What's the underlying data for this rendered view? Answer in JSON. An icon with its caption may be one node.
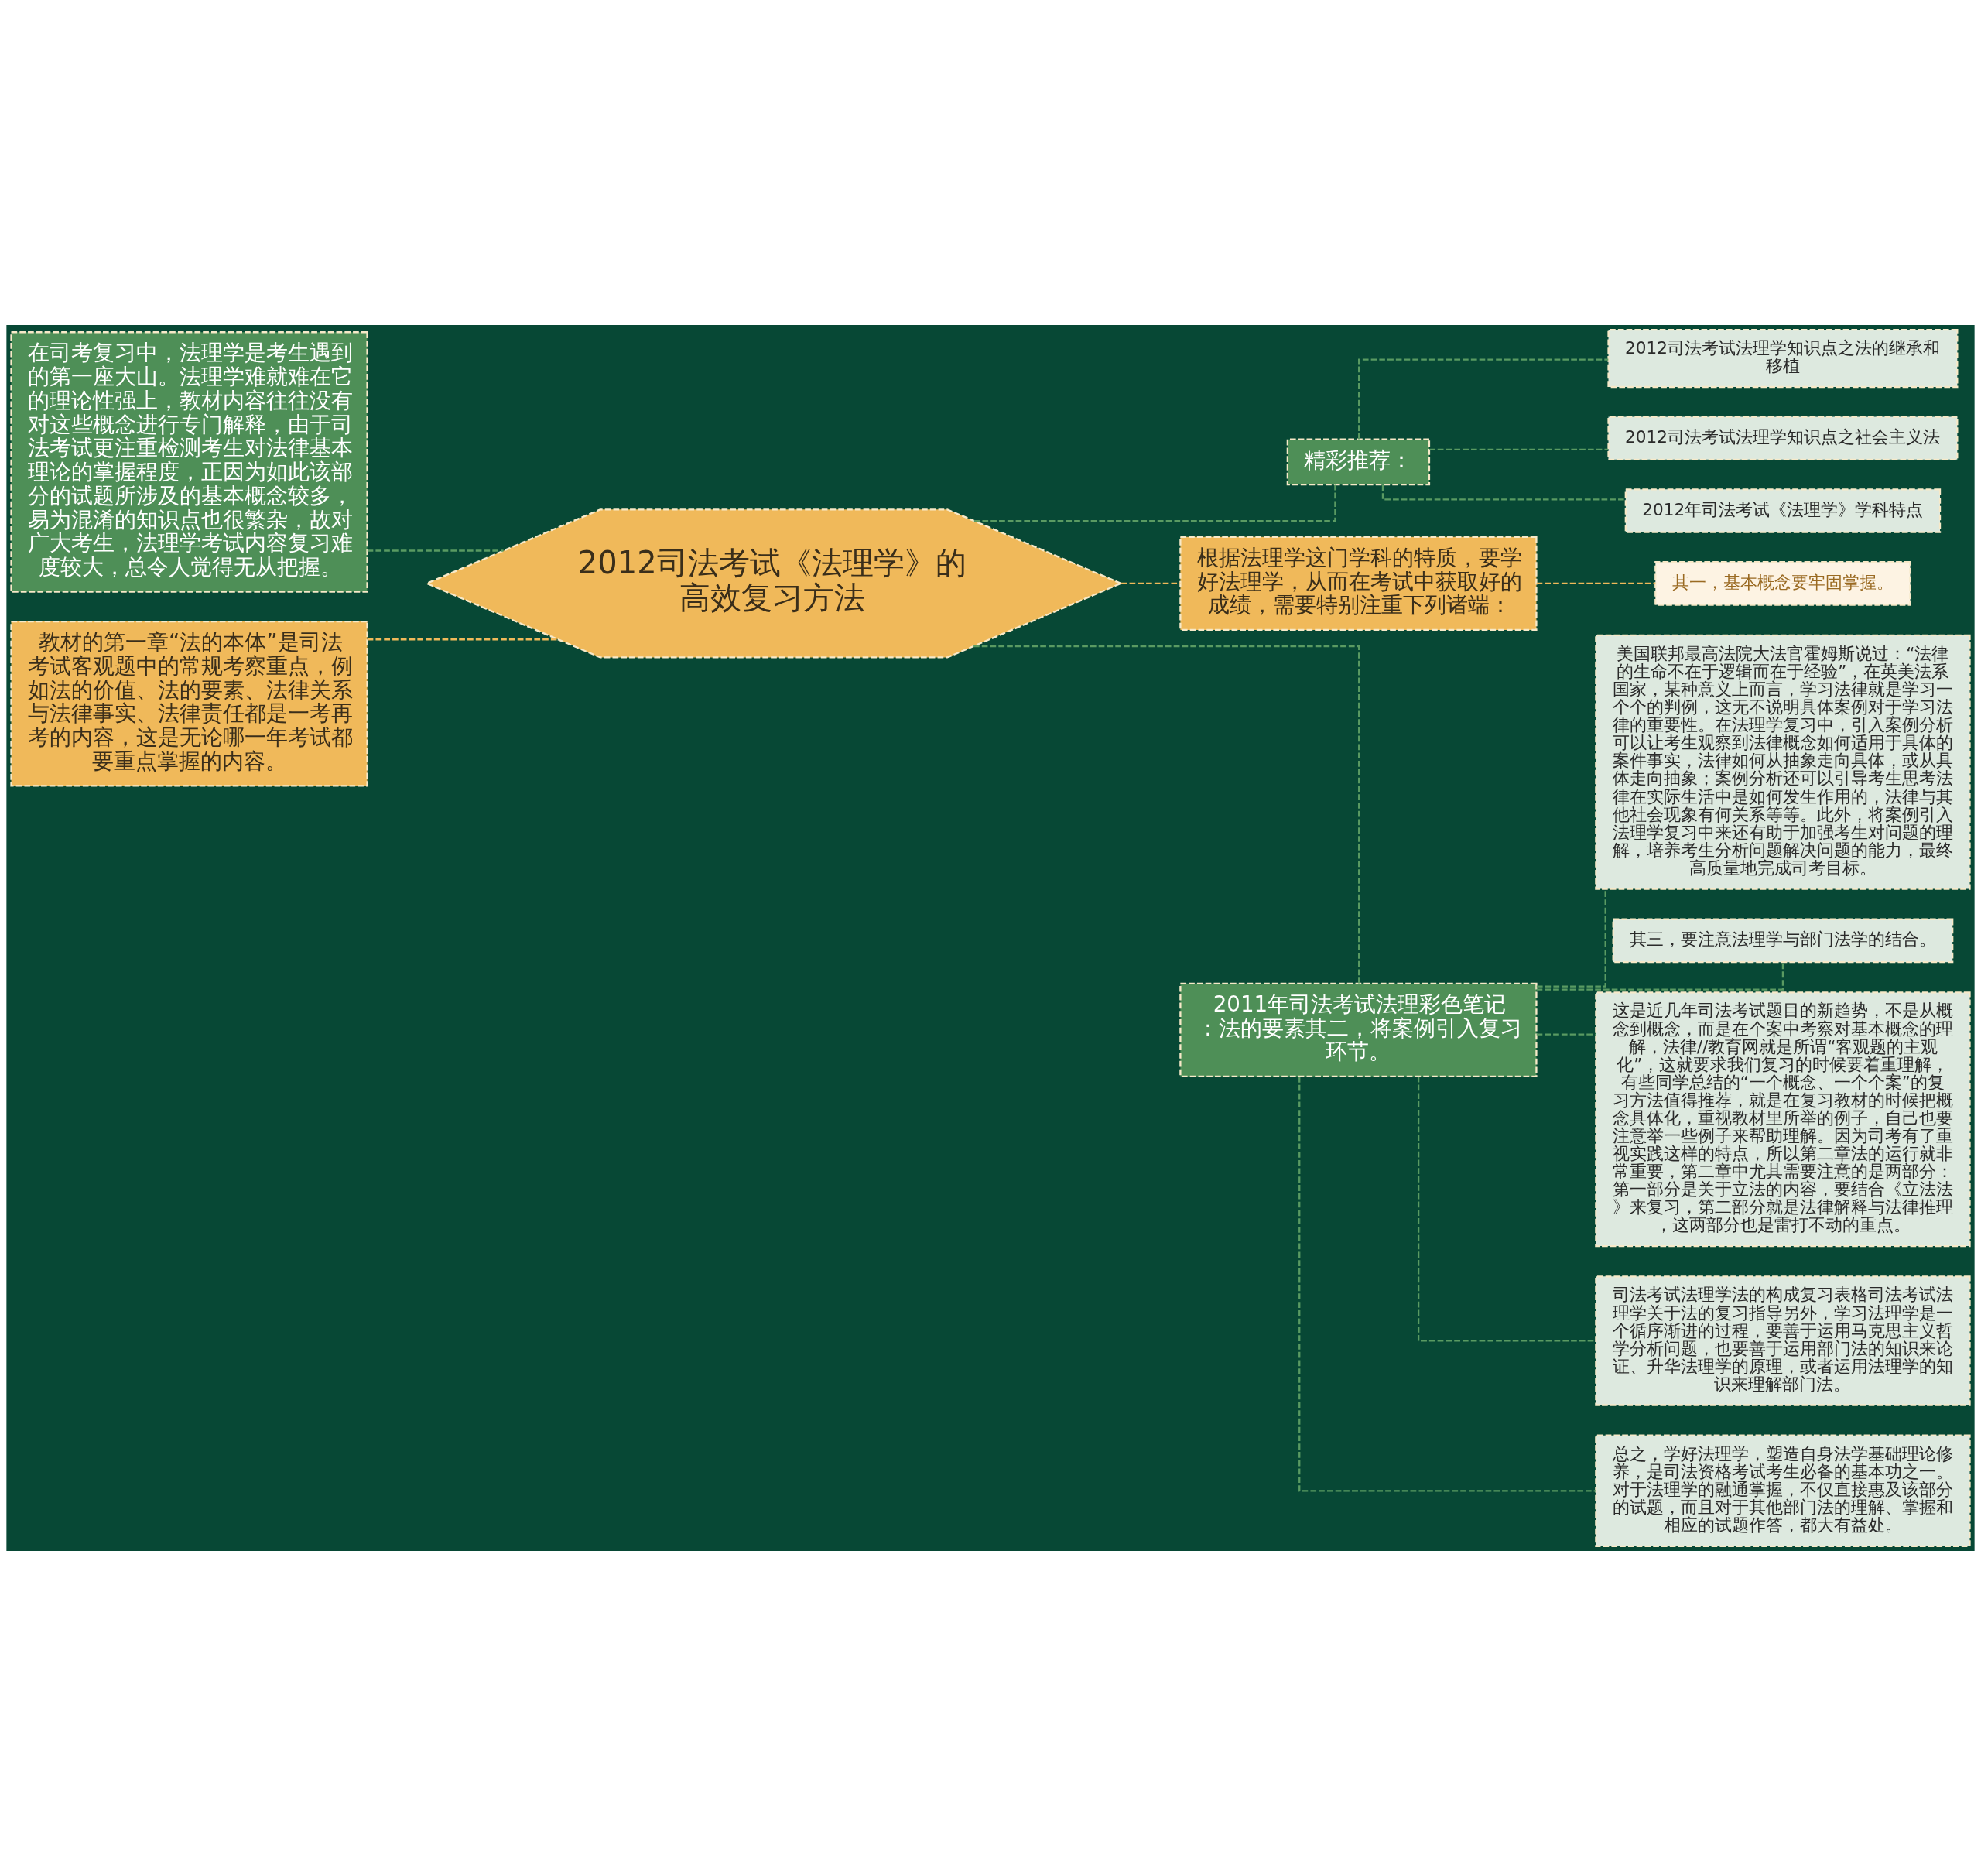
{
  "diagram": {
    "nodes": [
      {
        "text": [
          "2012司法考试《法理学》的高效复习方法"
        ]
      },
      {
        "text": [
          "在司考复习中，法理学是考生遇到的第一座大山。法理学难就难在它的理论性强上，教材内容往往没有对这些概念进行专门解释，由于司法考试更注重检测考生对法律基本理论的掌握程度，正因为如此该部分的试题所涉及的基本概念较多，易为混淆的知识点也很繁杂，故对广大考生，法理学考试内容复习难度较大，总令人觉得无从把握。"
        ]
      },
      {
        "text": [
          "教材的第一章“法的本体”是司法考试客观题中的常规考察重点，例如法的价值、法的要素、法律关系与法律事实、法律责任都是一考再考的内容，这是无论哪一年考试都要重点掌握的内容。"
        ]
      },
      {
        "text": [
          "精彩推荐："
        ]
      },
      {
        "text": [
          "2012司法考试法理学知识点之法的继承和移植"
        ]
      },
      {
        "text": [
          "2012司法考试法理学知识点之社会主义法"
        ]
      },
      {
        "text": [
          "2012年司法考试《法理学》学科特点"
        ]
      },
      {
        "text": [
          "根据法理学这门学科的特质，要学好法理学，从而在考试中获取好的成绩，需要特别注重下列诸端："
        ]
      },
      {
        "text": [
          "其一，基本概念要牢固掌握。"
        ]
      },
      {
        "text": [
          "2011年司法考试法理彩色笔记：法的要素其二，将案例引入复习环节。"
        ]
      },
      {
        "text": [
          "美国联邦最高法院大法官霍姆斯说过：“法律的生命不在于逻辑而在于经验”，在英美法系国家，某种意义上而言，学习法律就是学习一个个的判例，这无不说明具体案例对于学习法律的重要性。在法理学复习中，引入案例分析可以让考生观察到法律概念如何适用于具体的案件事实，法律如何从抽象走向具体，或从具体走向抽象；案例分析还可以引导考生思考法律在实际生活中是如何发生作用的，法律与其他社会现象有何关系等等。此外，将案例引入法理学复习中来还有助于加强考生对问题的理解，培养考生分析问题解决问题的能力，最终高质量地完成司考目标。"
        ]
      },
      {
        "text": [
          "其三，要注意法理学与部门法学的结合。"
        ]
      },
      {
        "text": [
          "这是近几年司法考试题目的新趋势，不是从概念到概念，而是在个案中考察对基本概念的理解，法律//教育网就是所谓“客观题的主观化”，这就要求我们复习的时候要着重理解，有些同学总结的“一个概念、一个个案”的复习方法值得推荐，就是在复习教材的时候把概念具体化，重视教材里所举的例子，自己也要注意举一些例子来帮助理解。因为司考有了重视实践这样的特点，所以第二章法的运行就非常重要，第二章中尤其需要注意的是两部分：第一部分是关于立法的内容，要结合《立法法》来复习，第二部分就是法律解释与法律推理，这两部分也是雷打不动的重点。"
        ]
      },
      {
        "text": [
          "司法考试法理学法的构成复习表格司法考试法理学关于法的复习指导另外，学习法理学是一个循序渐进的过程，要善于运用马克思主义哲学分析问题，也要善于运用部门法的知识来论证、升华法理学的原理，或者运用法理学的知识来理解部门法。"
        ]
      },
      {
        "text": [
          "总之，学好法理学，塑造自身法学基础理论修养，是司法资格考试考生必备的基本功之一。对于法理学的融通掌握，不仅直接惠及该部分的试题，而且对于其他部门法的理解、掌握和相应的试题作答，都大有益处。"
        ]
      }
    ],
    "edges": [
      {
        "from": 0,
        "to": 1,
        "arrow": "none",
        "style": "dashed"
      },
      {
        "from": 0,
        "to": 2,
        "arrow": "none",
        "style": "dashed",
        "color": "#f0b95a"
      },
      {
        "from": 0,
        "to": 3,
        "arrow": "none",
        "style": "dashed"
      },
      {
        "from": 3,
        "to": 4,
        "arrow": "none",
        "style": "dashed"
      },
      {
        "from": 3,
        "to": 5,
        "arrow": "none",
        "style": "dashed"
      },
      {
        "from": 3,
        "to": 6,
        "arrow": "none",
        "style": "dashed"
      },
      {
        "from": 0,
        "to": 7,
        "arrow": "none",
        "style": "dashed",
        "color": "#f0b95a"
      },
      {
        "from": 7,
        "to": 8,
        "arrow": "none",
        "style": "dashed",
        "color": "#f0b95a"
      },
      {
        "from": 0,
        "to": 9,
        "arrow": "none",
        "style": "dashed"
      },
      {
        "from": 9,
        "to": 10,
        "arrow": "none",
        "style": "dashed"
      },
      {
        "from": 9,
        "to": 11,
        "arrow": "none",
        "style": "dashed"
      },
      {
        "from": 9,
        "to": 12,
        "arrow": "none",
        "style": "dashed"
      },
      {
        "from": 9,
        "to": 13,
        "arrow": "none",
        "style": "dashed"
      },
      {
        "from": 9,
        "to": 14,
        "arrow": "none",
        "style": "dashed"
      }
    ]
  }
}
